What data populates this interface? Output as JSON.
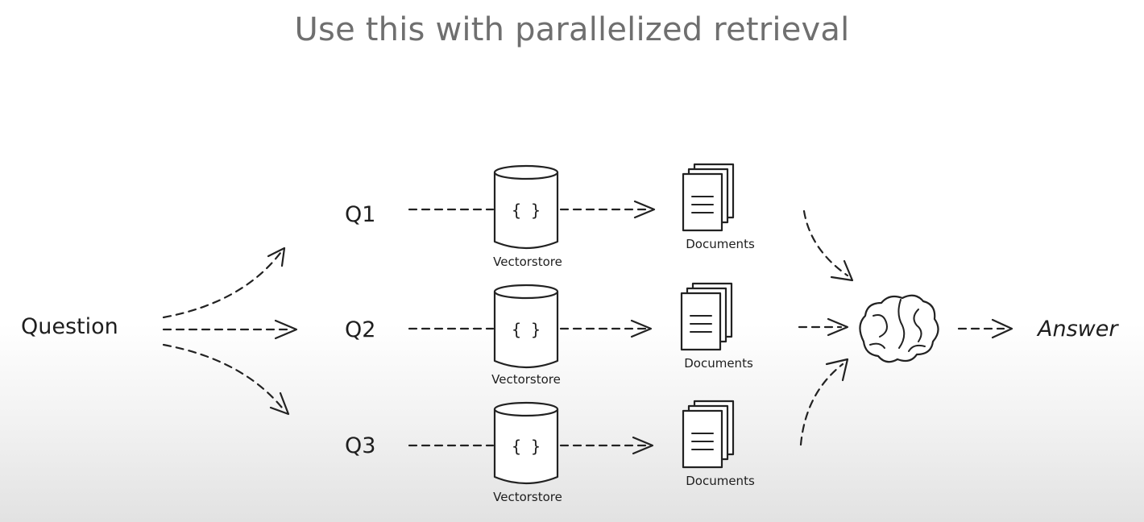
{
  "title": "Use this with parallelized retrieval",
  "nodes": {
    "question": "Question",
    "answer": "Answer",
    "vectorstore_symbol": "{ }",
    "branches": [
      {
        "query": "Q1",
        "store": "Vectorstore",
        "docs": "Documents"
      },
      {
        "query": "Q2",
        "store": "Vectorstore",
        "docs": "Documents"
      },
      {
        "query": "Q3",
        "store": "Vectorstore",
        "docs": "Documents"
      }
    ]
  },
  "icons": {
    "vectorstore": "database-cylinder-icon",
    "documents": "document-stack-icon",
    "llm": "brain-icon"
  }
}
